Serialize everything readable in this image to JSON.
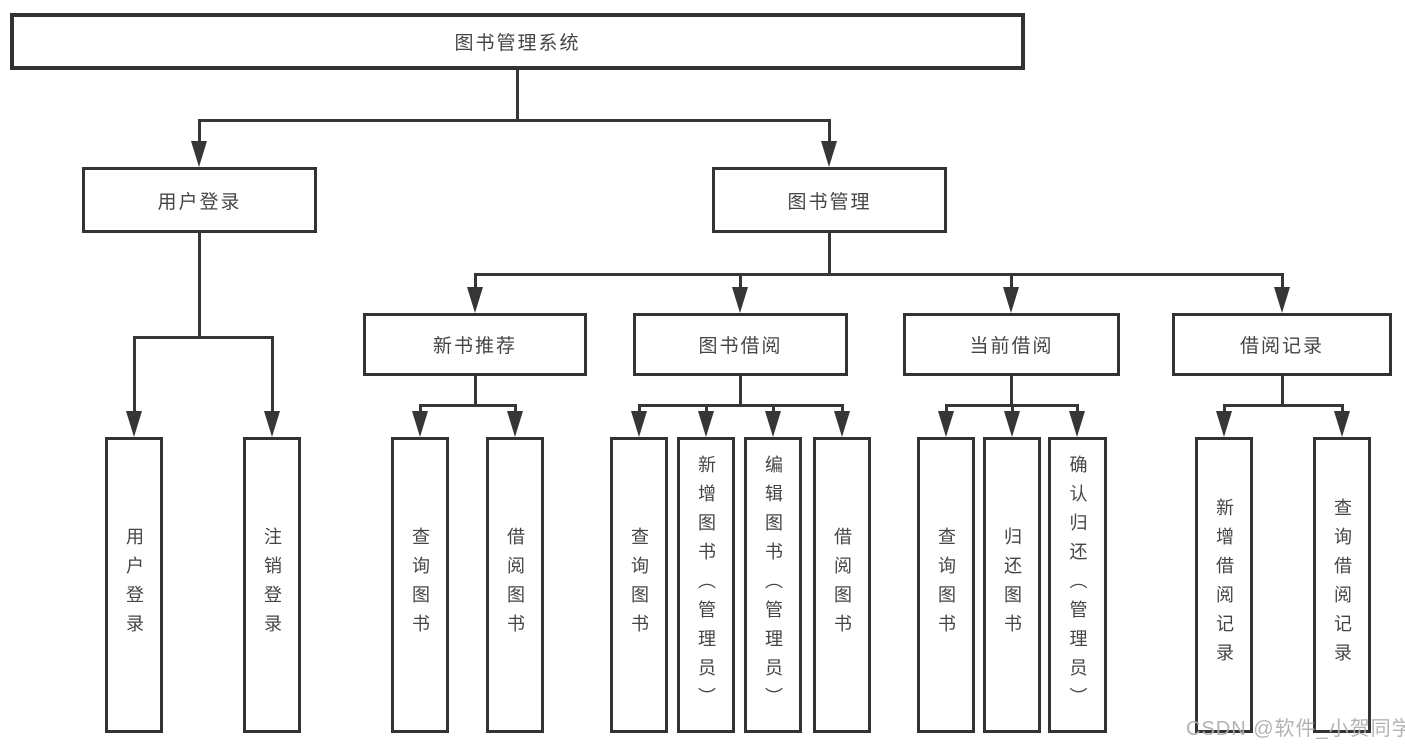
{
  "diagram": {
    "type": "hierarchy-tree",
    "title": "图书管理系统",
    "nodes": {
      "root": "图书管理系统",
      "user_login": "用户登录",
      "book_mgmt": "图书管理",
      "new_books": "新书推荐",
      "book_borrow": "图书借阅",
      "current_borrow": "当前借阅",
      "borrow_records": "借阅记录",
      "ul_login": "用户登录",
      "ul_logout": "注销登录",
      "nb_query": "查询图书",
      "nb_borrow": "借阅图书",
      "bb_query": "查询图书",
      "bb_add": "新增图书（管理员）",
      "bb_edit": "编辑图书（管理员）",
      "bb_borrow": "借阅图书",
      "cb_query": "查询图书",
      "cb_return": "归还图书",
      "cb_confirm": "确认归还（管理员）",
      "br_add": "新增借阅记录",
      "br_query": "查询借阅记录"
    },
    "edges": [
      [
        "root",
        "user_login"
      ],
      [
        "root",
        "book_mgmt"
      ],
      [
        "user_login",
        "ul_login"
      ],
      [
        "user_login",
        "ul_logout"
      ],
      [
        "book_mgmt",
        "new_books"
      ],
      [
        "book_mgmt",
        "book_borrow"
      ],
      [
        "book_mgmt",
        "current_borrow"
      ],
      [
        "book_mgmt",
        "borrow_records"
      ],
      [
        "new_books",
        "nb_query"
      ],
      [
        "new_books",
        "nb_borrow"
      ],
      [
        "book_borrow",
        "bb_query"
      ],
      [
        "book_borrow",
        "bb_add"
      ],
      [
        "book_borrow",
        "bb_edit"
      ],
      [
        "book_borrow",
        "bb_borrow"
      ],
      [
        "current_borrow",
        "cb_query"
      ],
      [
        "current_borrow",
        "cb_return"
      ],
      [
        "current_borrow",
        "cb_confirm"
      ],
      [
        "borrow_records",
        "br_add"
      ],
      [
        "borrow_records",
        "br_query"
      ]
    ],
    "colors": {
      "background": "#ffffff",
      "box_border": "#333333",
      "connector_line": "#363636",
      "text": "#454545",
      "watermark_text": "#afafaf"
    }
  },
  "watermark": "CSDN @软件_小贺同学"
}
